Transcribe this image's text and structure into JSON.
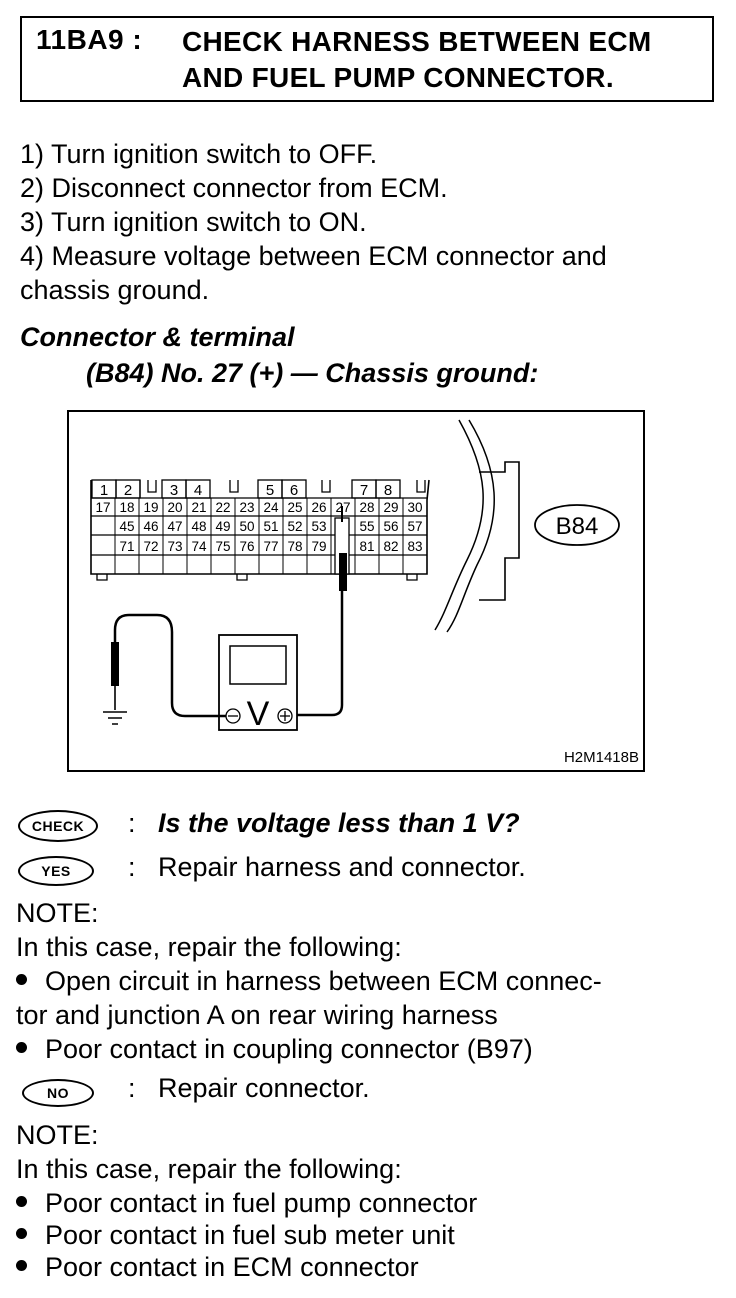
{
  "header": {
    "code": "11BA9 :",
    "title_line1": "CHECK HARNESS BETWEEN ECM",
    "title_line2": "AND FUEL PUMP CONNECTOR."
  },
  "steps": [
    "1)  Turn ignition switch to OFF.",
    "2)  Disconnect connector from ECM.",
    "3)  Turn ignition switch to ON.",
    "4)  Measure voltage between ECM connector and",
    "chassis ground."
  ],
  "connector_heading": "Connector & terminal",
  "connector_spec": "(B84) No. 27 (+) — Chassis ground:",
  "figure": {
    "connector_label": "B84",
    "figure_code": "H2M1418B",
    "meter_symbol": "V",
    "row1": [
      "1",
      "2",
      "3",
      "4",
      "5",
      "6",
      "7",
      "8"
    ],
    "row2": [
      "17",
      "18",
      "19",
      "20",
      "21",
      "22",
      "23",
      "24",
      "25",
      "26",
      "27",
      "28",
      "29",
      "30"
    ],
    "row3": [
      "45",
      "46",
      "47",
      "48",
      "49",
      "50",
      "51",
      "52",
      "53",
      "",
      "55",
      "56",
      "57"
    ],
    "row4": [
      "71",
      "72",
      "73",
      "74",
      "75",
      "76",
      "77",
      "78",
      "79",
      "",
      "81",
      "82",
      "83"
    ]
  },
  "check": {
    "badge": "CHECK",
    "question": "Is the voltage less than 1 V?"
  },
  "yes": {
    "badge": "YES",
    "action": "Repair harness and connector.",
    "note_label": "NOTE:",
    "note_intro": "In this case, repair the following:",
    "bullet1_line1": "Open circuit in harness between ECM connec-",
    "bullet1_line2": "tor and junction A on rear wiring harness",
    "bullet2": "Poor contact in coupling connector (B97)"
  },
  "no": {
    "badge": "NO",
    "action": "Repair connector.",
    "note_label": "NOTE:",
    "note_intro": "In this case, repair the following:",
    "bullets": [
      "Poor contact in fuel pump connector",
      "Poor contact in fuel sub meter unit",
      "Poor contact in ECM connector"
    ]
  }
}
